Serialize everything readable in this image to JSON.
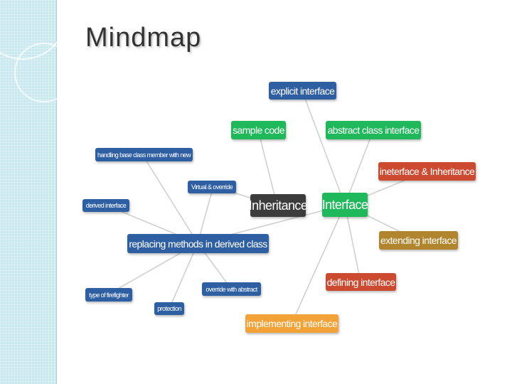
{
  "slide": {
    "title": "Mindmap"
  },
  "mindmap": {
    "nodes": {
      "inheritance": "Inheritance",
      "interface": "Interface",
      "explicit_interface": "explicit interface",
      "sample_code": "sample code",
      "abstract_class_interface": "abstract class interface",
      "ineterface_inheritance": "ineterface & Inheritance",
      "extending_interface": "extending interface",
      "defining_interface": "defining interface",
      "implementing_interface": "implementing interface",
      "replacing_methods": "replacing methods in derived class",
      "handling_base": "handling base class member with new",
      "virtual_override": "Virtual & override",
      "derived_interface": "derived interface",
      "type_of_firefighter": "type of firefighter",
      "protection": "protection",
      "override_with_abstract": "override with abstract"
    },
    "colors": {
      "root": "#3c3c3c",
      "blue": "#2f5fa3",
      "green": "#1fb85a",
      "red": "#cc4b30",
      "olive": "#b0852d",
      "orange": "#f2a236",
      "line": "#d0d0d0"
    }
  }
}
